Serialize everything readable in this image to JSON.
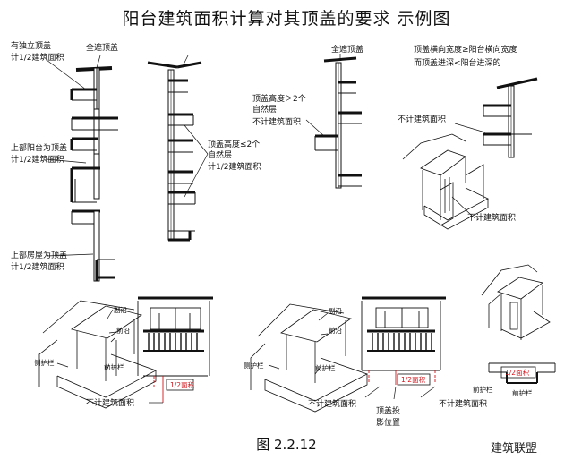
{
  "title": "阳台建筑面积计算对其顶盖的要求 示例图",
  "figure_caption": "图 2.2.12",
  "watermark": "建筑联盟",
  "labels": {
    "full_cover_1": "全遮顶盖",
    "own_cover_1": "有独立顶盖",
    "own_cover_2": "计1/2建筑面积",
    "upper_balcony_1": "上部阳台为顶盖",
    "upper_balcony_2": "计1/2建筑面积",
    "upper_house_1": "上部房屋为顶盖",
    "upper_house_2": "计1/2建筑面积",
    "cover_le2_1": "顶盖高度≤2个",
    "cover_le2_2": "自然层",
    "cover_le2_3": "计1/2建筑面积",
    "full_cover_2": "全遮顶盖",
    "cover_gt2_1": "顶盖高度＞2个",
    "cover_gt2_2": "自然层",
    "cover_gt2_3": "不计建筑面积",
    "width_1": "顶盖横向宽度≥阳台横向宽度",
    "width_2": "而顶盖进深<阳台进深的",
    "no_area_top": "不计建筑面积",
    "no_area_iso": "不计建筑面积",
    "eave_a": "副沿",
    "front_eave_a": "前沿",
    "side_rail_a": "侧护栏",
    "front_rail_a": "前护栏",
    "half_area_a": "1/2面积",
    "no_area_a": "不计建筑面积",
    "eave_b": "副沿",
    "front_eave_b": "前沿",
    "side_rail_b": "侧护栏",
    "front_rail_b": "前护栏",
    "half_area_b": "1/2面积",
    "no_area_b1": "不计建筑面积",
    "no_area_b2": "不计建筑面积",
    "proj_1": "顶盖投",
    "proj_2": "影位置",
    "half_area_c": "1/2面积",
    "side_rail_c": "前护栏",
    "front_rail_c": "前护栏"
  }
}
